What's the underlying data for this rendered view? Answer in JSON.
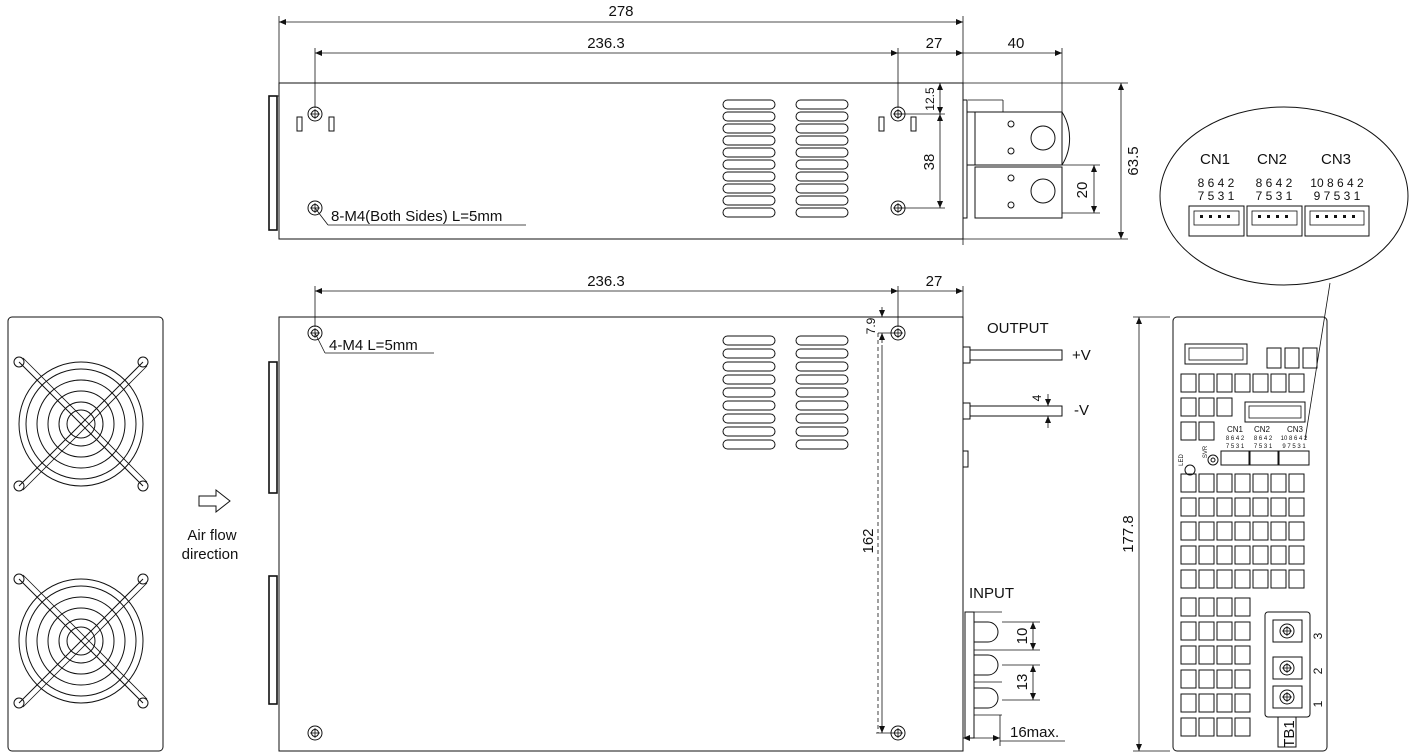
{
  "dimensions": {
    "overall_length": "278",
    "hole_pitch": "236.3",
    "hole_offset": "27",
    "terminal_reach": "40",
    "height": "63.5",
    "top_hole_offset": "12.5",
    "hole_vertical_pitch": "38",
    "terminal_height": "20",
    "bottom_hole_pitch": "236.3",
    "bottom_hole_offset": "27",
    "front_hole_offset": "7.9",
    "front_hole_pitch": "162",
    "output_spacing": "4",
    "width": "177.8",
    "input_pitch_1": "10",
    "input_pitch_2": "13",
    "input_max": "16max."
  },
  "labels": {
    "side_screws": "8-M4(Both Sides) L=5mm",
    "bottom_screws": "4-M4 L=5mm",
    "output": "OUTPUT",
    "pos": "+V",
    "neg": "-V",
    "input": "INPUT",
    "airflow_1": "Air flow",
    "airflow_2": "direction",
    "tb": "TB1",
    "led": "LED",
    "svr": "SVR"
  },
  "connectors": {
    "cn1": "CN1",
    "cn2": "CN2",
    "cn3": "CN3",
    "cn1_top": "8 6 4 2",
    "cn1_bottom": "7 5 3 1",
    "cn2_top": "8 6 4 2",
    "cn2_bottom": "7 5 3 1",
    "cn3_top": "10 8 6 4 2",
    "cn3_bottom": "9 7 5 3 1"
  },
  "terminal_block": {
    "pin1": "1",
    "pin2": "2",
    "pin3": "3"
  }
}
